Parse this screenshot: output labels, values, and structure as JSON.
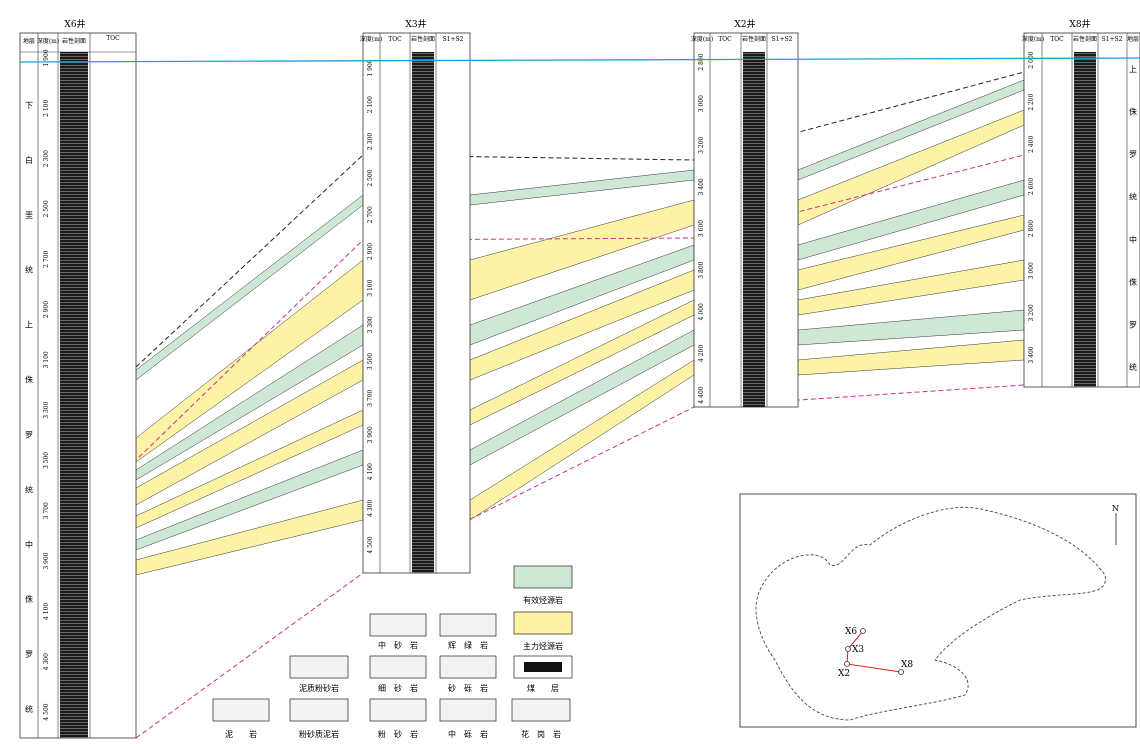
{
  "wells": [
    {
      "id": "x6",
      "name": "X6井",
      "headers": [
        "地层",
        "深度(m)",
        "岩性剖面",
        "TOC"
      ],
      "depths": [
        "1 900",
        "2 100",
        "2 300",
        "2 500",
        "2 700",
        "2 900",
        "3 100",
        "3 300",
        "3 500",
        "3 700",
        "3 900",
        "4 100",
        "4 300",
        "4 500"
      ],
      "strata": [
        "下",
        "白",
        "垩",
        "统",
        "上",
        "侏",
        "罗",
        "统",
        "中",
        "侏",
        "罗",
        "统"
      ]
    },
    {
      "id": "x3",
      "name": "X3井",
      "headers": [
        "深度(m)",
        "TOC",
        "岩性剖面",
        "S1+S2"
      ],
      "depths": [
        "1 900",
        "2 100",
        "2 300",
        "2 500",
        "2 700",
        "2 900",
        "3 100",
        "3 300",
        "3 500",
        "3 700",
        "3 900",
        "4 100",
        "4 300",
        "4 500"
      ]
    },
    {
      "id": "x2",
      "name": "X2井",
      "headers": [
        "深度(m)",
        "TOC",
        "岩性剖面",
        "S1+S2"
      ],
      "depths": [
        "2 800",
        "3 000",
        "3 200",
        "3 400",
        "3 600",
        "3 800",
        "4 000",
        "4 200",
        "4 400"
      ]
    },
    {
      "id": "x8",
      "name": "X8井",
      "headers": [
        "深度(m)",
        "TOC",
        "岩性剖面",
        "S1+S2",
        "地层"
      ],
      "depths": [
        "2 000",
        "2 200",
        "2 400",
        "2 600",
        "2 800",
        "3 000",
        "3 200",
        "3 400"
      ],
      "strata": [
        "上",
        "侏",
        "罗",
        "统",
        "中",
        "侏",
        "罗",
        "统"
      ]
    }
  ],
  "scales": {
    "toc": [
      "0",
      "10"
    ],
    "s": [
      "0",
      "30"
    ]
  },
  "legend": [
    {
      "key": "effective-source",
      "label": "有效烃源岩",
      "color": "#cfe8d6"
    },
    {
      "key": "main-source",
      "label": "主力烃源岩",
      "color": "#fdf3a6"
    },
    {
      "key": "medium-sandstone",
      "label": "中　砂　岩"
    },
    {
      "key": "diabase",
      "label": "辉　绿　岩"
    },
    {
      "key": "argillaceous-siltstone",
      "label": "泥质粉砂岩"
    },
    {
      "key": "fine-sandstone",
      "label": "细　砂　岩"
    },
    {
      "key": "glutenite",
      "label": "砂　砾　岩"
    },
    {
      "key": "coal",
      "label": "煤　　层"
    },
    {
      "key": "mudstone",
      "label": "泥　　岩"
    },
    {
      "key": "silty-mudstone",
      "label": "粉砂质泥岩"
    },
    {
      "key": "siltstone",
      "label": "粉　砂　岩"
    },
    {
      "key": "medium-conglomerate",
      "label": "中　砾　岩"
    },
    {
      "key": "granite",
      "label": "花　岗　岩"
    }
  ],
  "map": {
    "north": "N",
    "wells": [
      "X6",
      "X3",
      "X2",
      "X8"
    ]
  }
}
